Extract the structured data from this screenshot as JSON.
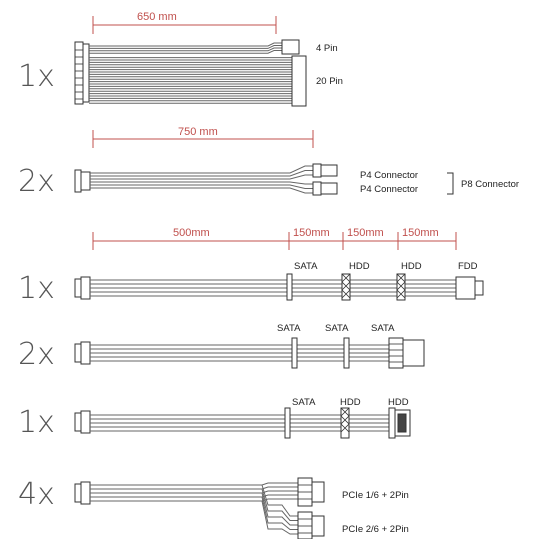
{
  "colors": {
    "dimension": "#c0504d",
    "wire": "#666666",
    "connector": "#333333"
  },
  "cables": [
    {
      "quantity": "1x",
      "dimension": "650 mm",
      "labels": [
        "4 Pin",
        "20 Pin"
      ]
    },
    {
      "quantity": "2x",
      "dimension": "750 mm",
      "labels": [
        "P4 Connector",
        "P4 Connector"
      ],
      "group_label": "P8 Connector"
    },
    {
      "quantity": "1x",
      "dimensions": [
        "500mm",
        "150mm",
        "150mm",
        "150mm"
      ],
      "labels": [
        "SATA",
        "HDD",
        "HDD",
        "FDD"
      ]
    },
    {
      "quantity": "2x",
      "labels": [
        "SATA",
        "SATA",
        "SATA"
      ]
    },
    {
      "quantity": "1x",
      "labels": [
        "SATA",
        "HDD",
        "HDD"
      ]
    },
    {
      "quantity": "4x",
      "labels": [
        "PCIe 1/6 + 2Pin",
        "PCIe 2/6 + 2Pin"
      ]
    }
  ]
}
